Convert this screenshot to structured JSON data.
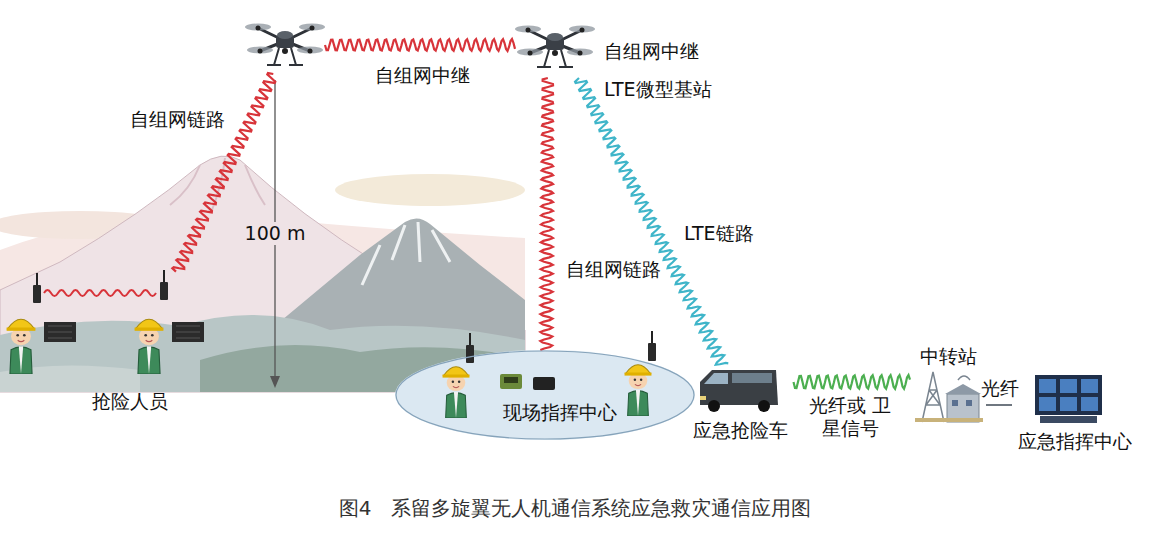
{
  "diagram": {
    "caption": "图4　系留多旋翼无人机通信系统应急救灾通信应用图",
    "nodes": [
      {
        "text": [
          "自组网中继"
        ]
      },
      {
        "text": [
          "自组网中继",
          "LTE微型基站"
        ]
      },
      {
        "text": [
          "抢险人员"
        ]
      },
      {
        "text": [
          "现场指挥中心"
        ]
      },
      {
        "text": [
          "应急抢险车"
        ]
      },
      {
        "text": [
          "中转站"
        ]
      },
      {
        "text": [
          "应急指挥中心"
        ]
      }
    ],
    "edges": [
      {
        "from": 0,
        "to": 1,
        "arrow": "none"
      },
      {
        "from": 0,
        "to": 2,
        "label": "自组网链路",
        "arrow": "none"
      },
      {
        "from": 1,
        "to": 3,
        "label": "自组网链路",
        "arrow": "none"
      },
      {
        "from": 1,
        "to": 4,
        "label": "LTE链路",
        "arrow": "none"
      },
      {
        "from": 4,
        "to": 5,
        "label": "光纤或 卫星信号",
        "arrow": "none"
      },
      {
        "from": 5,
        "to": 6,
        "label": "光纤",
        "arrow": "none"
      }
    ],
    "labels": [
      "100 m"
    ]
  }
}
